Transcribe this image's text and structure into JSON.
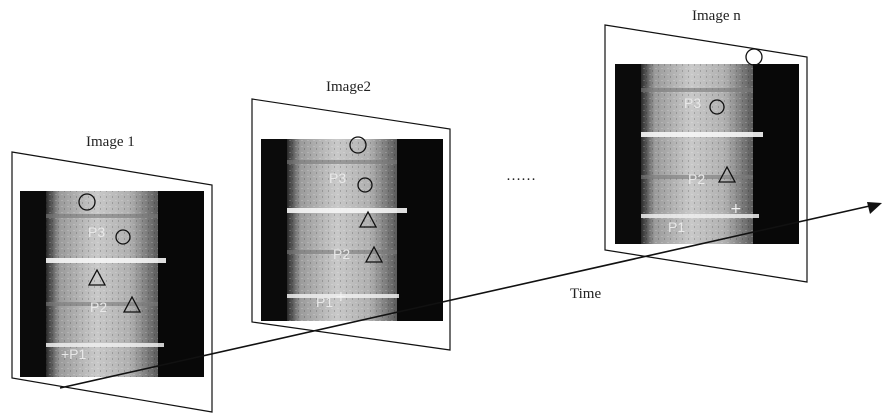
{
  "frames": [
    {
      "title": "Image 1",
      "labels": {
        "p3": "P3",
        "p2": "P2",
        "p1": "+P1"
      }
    },
    {
      "title": "Image2",
      "labels": {
        "p3": "P3",
        "p2": "P2",
        "p1": "P1"
      }
    },
    {
      "title": "Image n",
      "labels": {
        "p3": "P3",
        "p2": "P2",
        "p1": "P1"
      }
    }
  ],
  "ellipsis": "……",
  "axis": {
    "label": "Time"
  },
  "colors": {
    "line": "#111111",
    "background": "#ffffff",
    "radiograph_dark": "#0b0b0b",
    "radiograph_light": "#b8b8b8"
  }
}
